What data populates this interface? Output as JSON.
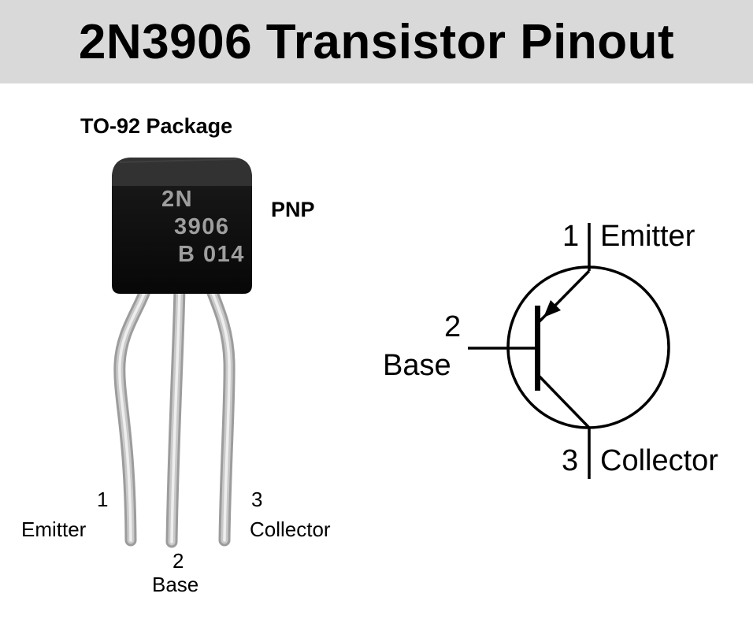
{
  "title": "2N3906 Transistor Pinout",
  "package": {
    "label": "TO-92 Package",
    "type": "PNP",
    "marking_line1": "2N",
    "marking_line2": "3906",
    "marking_line3": "B 014",
    "pins": [
      {
        "number": "1",
        "name": "Emitter"
      },
      {
        "number": "2",
        "name": "Base"
      },
      {
        "number": "3",
        "name": "Collector"
      }
    ]
  },
  "symbol": {
    "type": "PNP transistor symbol",
    "pins": [
      {
        "number": "1",
        "name": "Emitter"
      },
      {
        "number": "2",
        "name": "Base"
      },
      {
        "number": "3",
        "name": "Collector"
      }
    ]
  },
  "colors": {
    "header_bg": "#d9d9d9",
    "title_text": "#000000",
    "package_body": "#141414",
    "package_marking": "#9e9e9e",
    "lead_silver": "#c9c9c9",
    "symbol_stroke": "#000000"
  }
}
